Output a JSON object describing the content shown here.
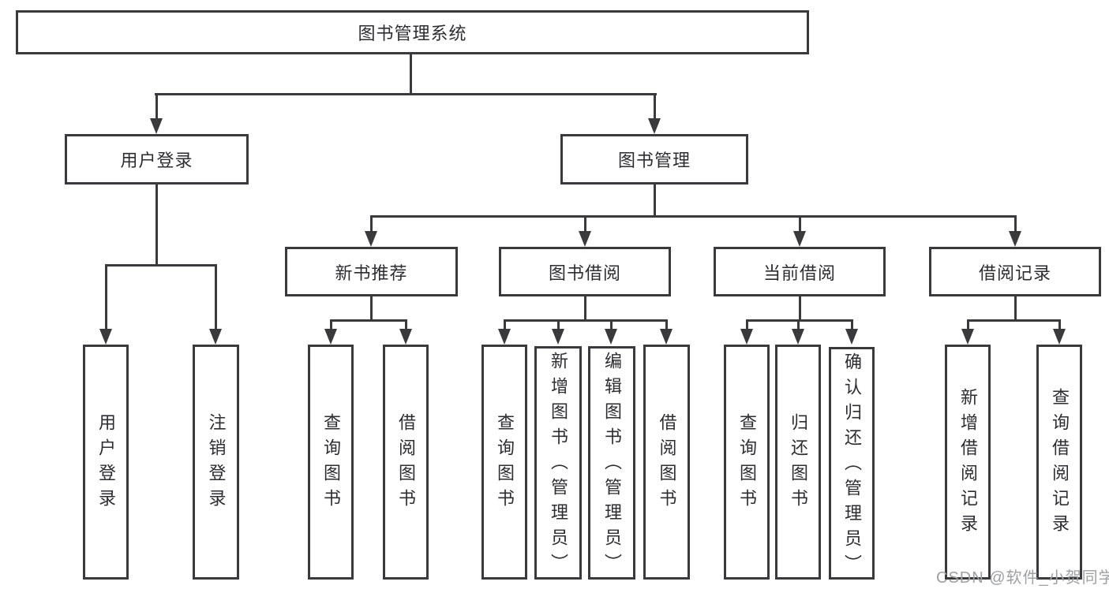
{
  "diagram": {
    "root": {
      "label": "图书管理系统"
    },
    "branches": [
      {
        "label": "用户登录",
        "children": [
          {
            "label": "用户登录"
          },
          {
            "label": "注销登录"
          }
        ]
      },
      {
        "label": "图书管理",
        "children": [
          {
            "label": "新书推荐",
            "children": [
              {
                "label": "查询图书"
              },
              {
                "label": "借阅图书"
              }
            ]
          },
          {
            "label": "图书借阅",
            "children": [
              {
                "label": "查询图书"
              },
              {
                "label": "新增图书（管理员）"
              },
              {
                "label": "编辑图书（管理员）"
              },
              {
                "label": "借阅图书"
              }
            ]
          },
          {
            "label": "当前借阅",
            "children": [
              {
                "label": "查询图书"
              },
              {
                "label": "归还图书"
              },
              {
                "label": "确认归还（管理员）"
              }
            ]
          },
          {
            "label": "借阅记录",
            "children": [
              {
                "label": "新增借阅记录"
              },
              {
                "label": "查询借阅记录"
              }
            ]
          }
        ]
      }
    ]
  },
  "watermark": {
    "text": "CSDN @软件_小贺同学"
  },
  "colors": {
    "line": "#3a3a3c",
    "border": "#3a3a3c",
    "text": "#2d2d30",
    "watermark": "#9fa0a2",
    "background": "#ffffff"
  }
}
